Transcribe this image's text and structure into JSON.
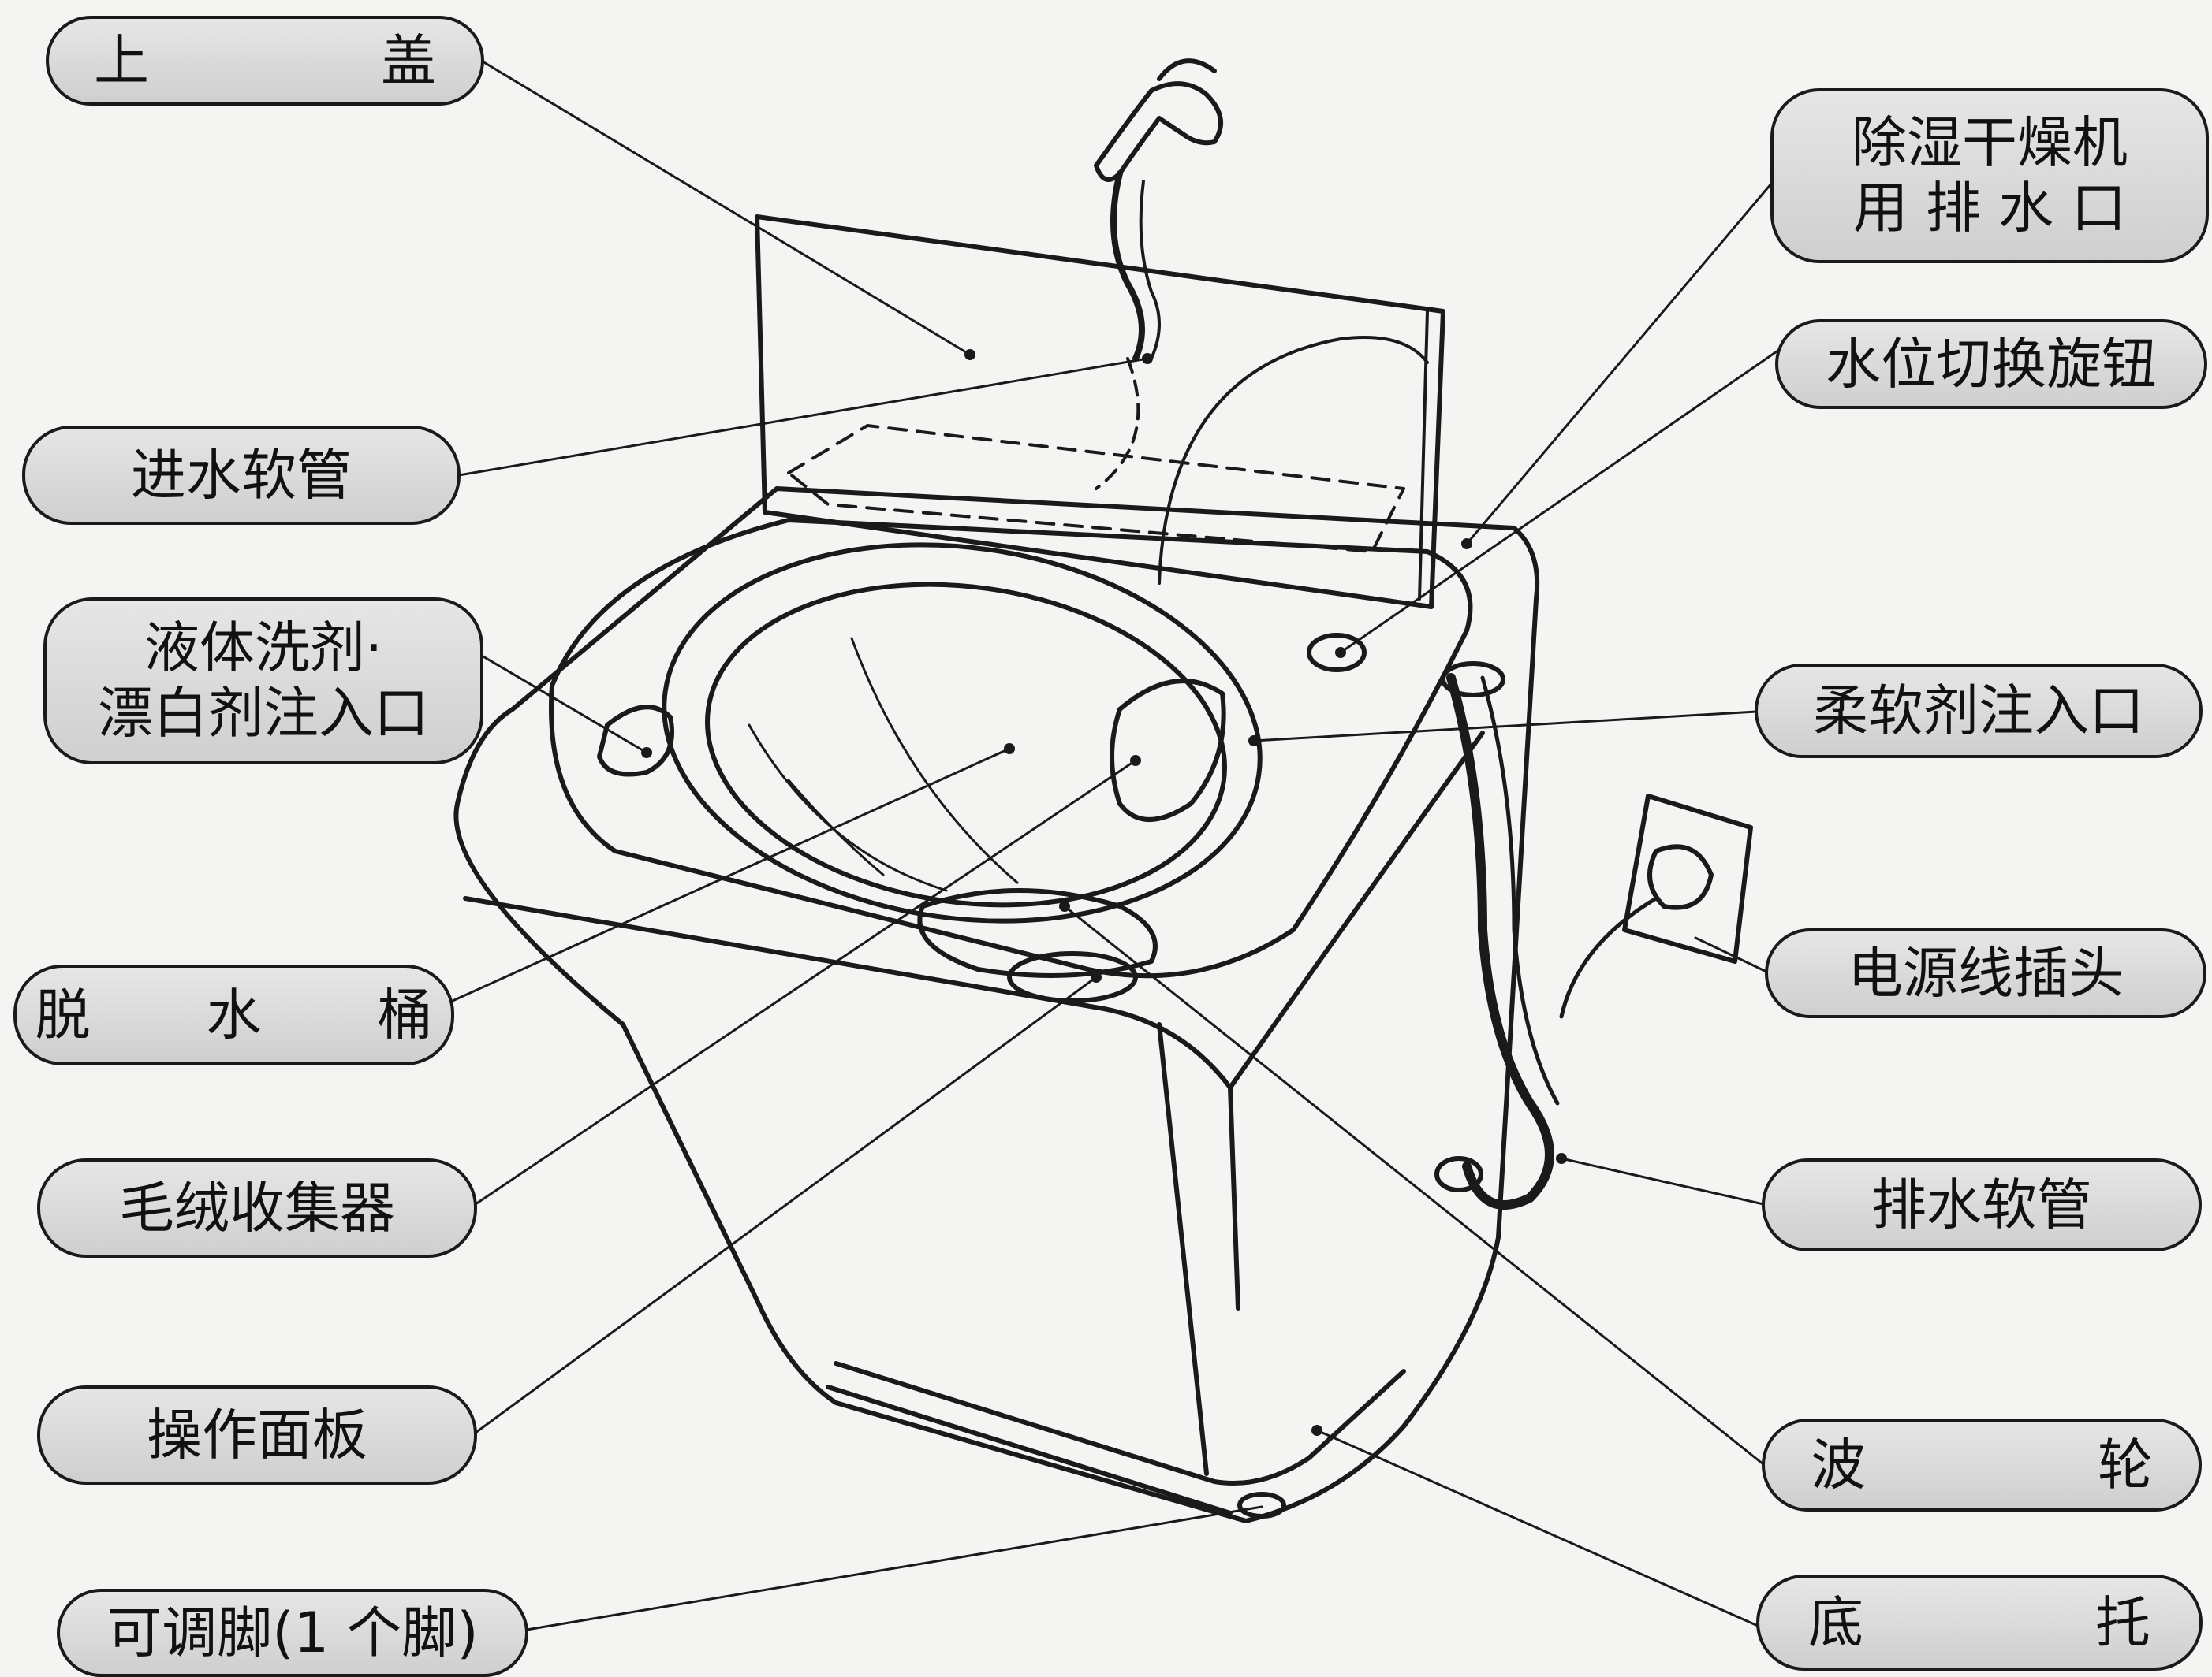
{
  "labels": {
    "top_lid": "上　盖",
    "inlet_hose": "进水软管",
    "liquid_detergent_line1": "液体洗剂·",
    "liquid_detergent_line2": "漂白剂注入口",
    "spin_tub": "脱　水　桶",
    "lint_collector": "毛绒收集器",
    "control_panel": "操作面板",
    "adjustable_foot": "可调脚(1 个脚)",
    "dehumidifier_drain_line1": "除湿干燥机",
    "dehumidifier_drain_line2": "用 排 水 口",
    "water_level_knob": "水位切换旋钮",
    "softener_inlet": "柔软剂注入口",
    "power_plug": "电源线插头",
    "drain_hose": "排水软管",
    "pulsator": "波　轮",
    "base": "底　托"
  },
  "colors": {
    "line": "#1a1a1a",
    "label_fill": "#d9d9d9",
    "background": "#f4f4f2"
  }
}
